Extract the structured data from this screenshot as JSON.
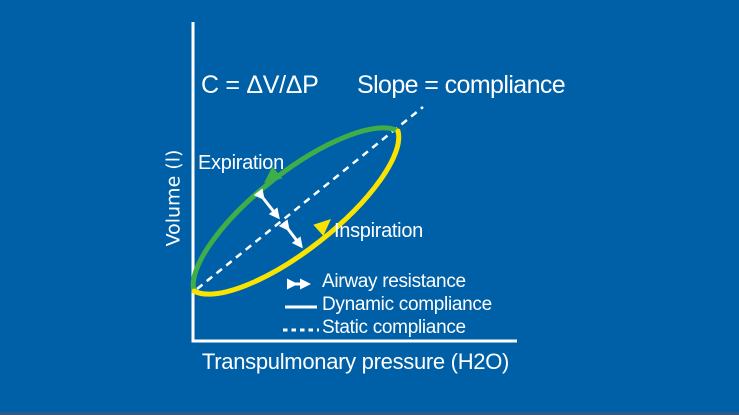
{
  "colors": {
    "background": "#0060a7",
    "expiration_green": "#3fae49",
    "inspiration_yellow": "#f9e300",
    "diagram_white": "#ffffff"
  },
  "diagram": {
    "formula": "C = ΔV/ΔP",
    "slope_note": "Slope = compliance",
    "y_axis_label": "Volume (l)",
    "x_axis_label": "Transpulmonary pressure (H2O)",
    "curve_labels": {
      "expiration": "Expiration",
      "inspiration": "Inspiration"
    },
    "loop_description": "Pressure-volume loop: expiration limb bows above, inspiration limb bows below the straight dashed static-compliance line; double-headed arrows between loop limbs and dashed line mark airway resistance",
    "legend": [
      {
        "symbol": "double-headed-arrow",
        "label": "Airway resistance"
      },
      {
        "symbol": "solid-line",
        "label": "Dynamic compliance"
      },
      {
        "symbol": "dashed-line",
        "label": "Static compliance"
      }
    ]
  }
}
